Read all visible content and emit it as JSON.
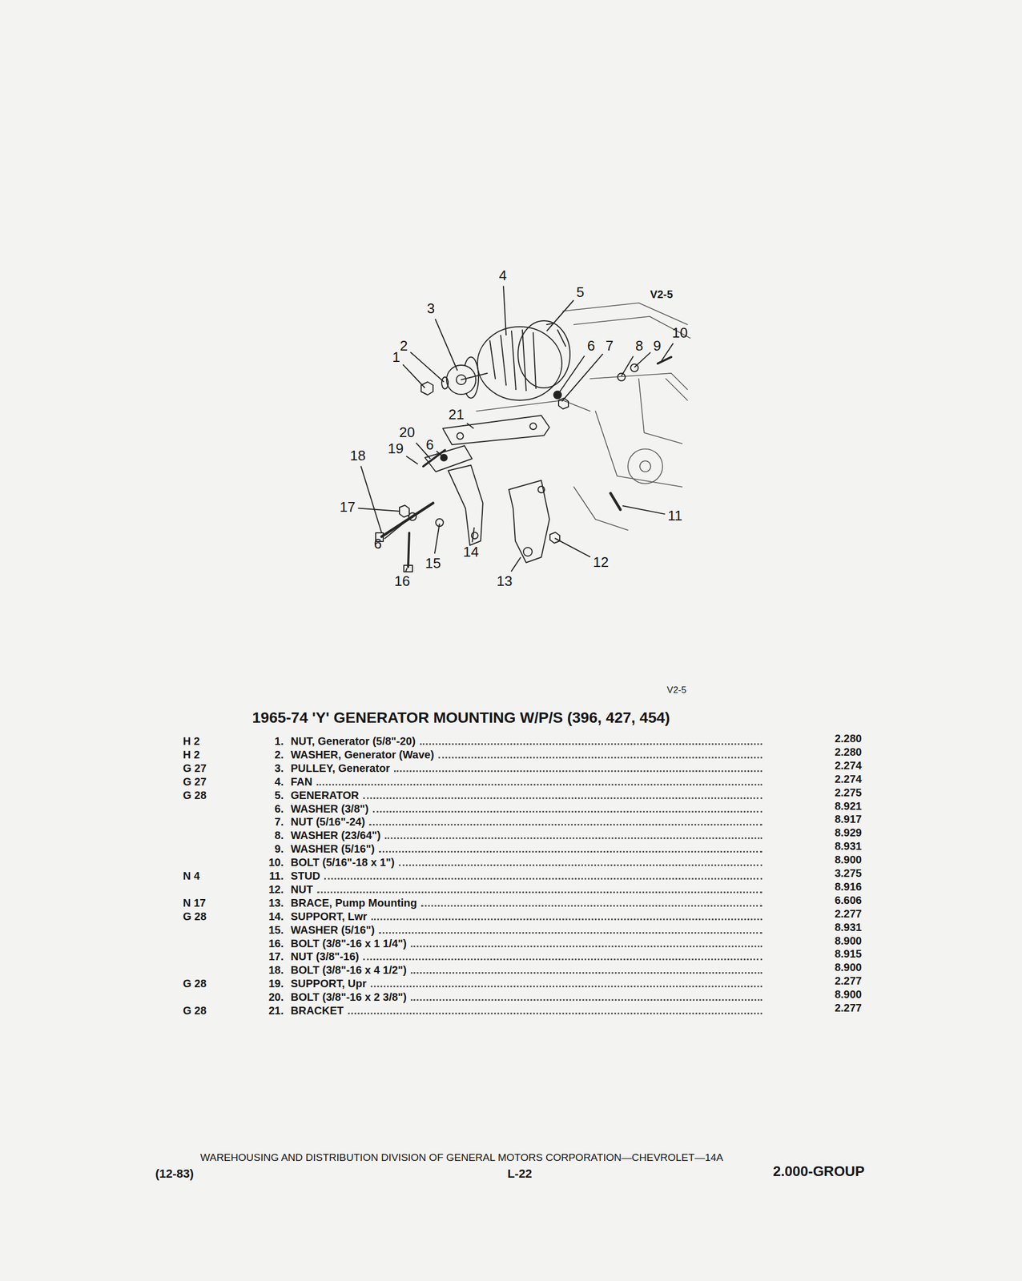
{
  "diagram": {
    "title": "1965-74 'Y' GENERATOR MOUNTING W/P/S (396, 427, 454)",
    "labels": [
      "V2-5",
      "4",
      "5",
      "3",
      "10",
      "2",
      "6",
      "7",
      "8",
      "9",
      "1",
      "21",
      "20",
      "6",
      "18",
      "19",
      "17",
      "11",
      "6",
      "14",
      "15",
      "12",
      "16",
      "13",
      "V2-5",
      "H 2",
      "1.",
      "NUT, Generator (5/8\"-20)",
      "2.280",
      "H 2",
      "2.",
      "WASHER, Generator (Wave)",
      "2.280",
      "G 27",
      "3.",
      "PULLEY, Generator",
      "2.274",
      "G 27",
      "4.",
      "FAN",
      "2.274",
      "G 28",
      "5.",
      "GENERATOR",
      "2.275",
      "6.",
      "WASHER (3/8\")",
      "8.921",
      "7.",
      "NUT (5/16\"-24)",
      "8.917",
      "8.",
      "WASHER (23/64\")",
      "8.929",
      "9.",
      "WASHER (5/16\")",
      "8.931",
      "10.",
      "BOLT (5/16\"-18 x 1\")",
      "8.900",
      "N 4",
      "11.",
      "STUD",
      "3.275",
      "12.",
      "NUT",
      "8.916",
      "N 17",
      "13.",
      "BRACE, Pump Mounting",
      "6.606",
      "G 28",
      "14.",
      "SUPPORT, Lwr",
      "2.277",
      "15.",
      "WASHER (5/16\")",
      "8.931",
      "16.",
      "BOLT (3/8\"-16 x 1 1/4\")",
      "8.900",
      "17.",
      "NUT (3/8\"-16)",
      "8.915",
      "18.",
      "BOLT (3/8\"-16 x 4 1/2\")",
      "8.900",
      "G 28",
      "19.",
      "SUPPORT, Upr",
      "2.277",
      "20.",
      "BOLT (3/8\"-16 x 2 3/8\")",
      "8.900",
      "G 28",
      "21.",
      "BRACKET",
      "2.277",
      "WAREHOUSING AND DISTRIBUTION DIVISION OF GENERAL MOTORS CORPORATION—CHEVROLET—14A",
      "(12-83)",
      "L-22",
      "2.000-GROUP"
    ]
  }
}
